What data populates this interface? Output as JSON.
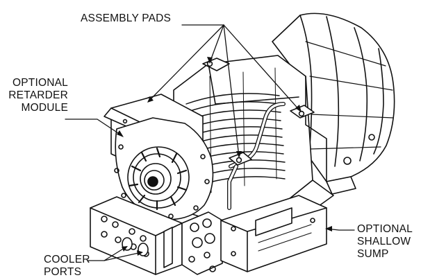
{
  "labels": {
    "assembly_pads": "ASSEMBLY PADS",
    "retarder_module": [
      "OPTIONAL",
      "RETARDER",
      "MODULE"
    ],
    "cooler_ports": [
      "COOLER",
      "PORTS"
    ],
    "shallow_sump": [
      "OPTIONAL",
      "SHALLOW",
      "SUMP"
    ]
  }
}
